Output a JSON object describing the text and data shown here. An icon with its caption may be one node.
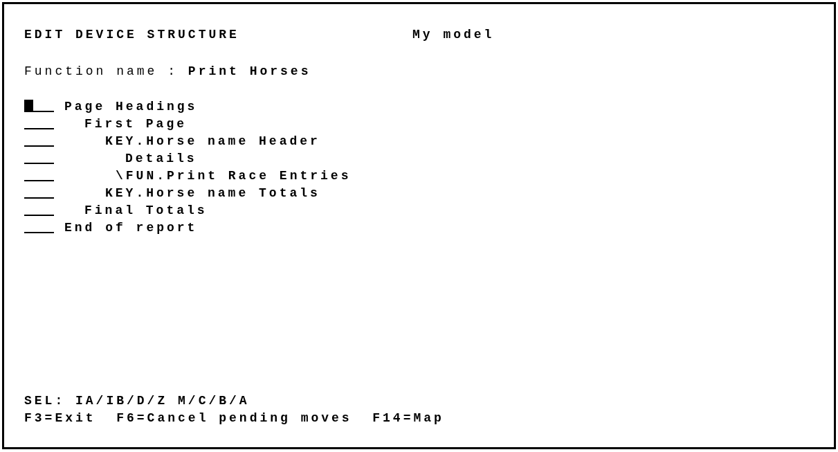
{
  "diagram": {
    "title": "EDIT DEVICE STRUCTURE",
    "labels": [
      "My model",
      "Function name : **Print Horses**",
      "Page Headings",
      "First Page",
      "KEY.Horse name Header",
      "Details",
      "\\FUN.Print Race Entries",
      "KEY.Horse name Totals",
      "Final Totals",
      "End of report",
      "SEL: IA/IB/D/Z M/C/B/A",
      "F3=Exit  F6=Cancel pending moves  F14=Map"
    ]
  }
}
